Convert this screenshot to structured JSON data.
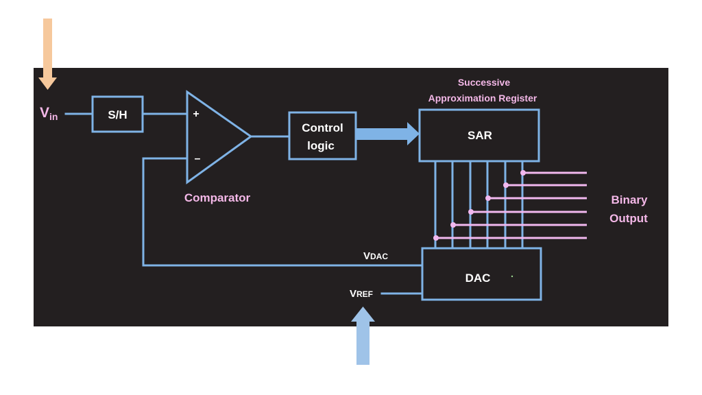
{
  "colors": {
    "background": "#231f20",
    "wire": "#7fb3e6",
    "text_white": "#ffffff",
    "text_pink": "#f4b8e8",
    "output_line": "#f2b8ef",
    "input_arrow": "#f6c89c",
    "ref_arrow": "#9fc3e8"
  },
  "labels": {
    "vin_main": "V",
    "vin_sub": "in",
    "sh_line1": "S/H",
    "comparator_plus": "+",
    "comparator_minus": "–",
    "comparator_label": "Comparator",
    "control_line1": "Control",
    "control_line2": "logic",
    "sar_title_line1": "Successive",
    "sar_title_line2": "Approximation Register",
    "sar_label": "SAR",
    "dac_label": "DAC",
    "vdac_main": "V",
    "vdac_sub": "DAC",
    "vref_main": "V",
    "vref_sub": "REF",
    "binary_line1": "Binary",
    "binary_line2": "Output"
  }
}
